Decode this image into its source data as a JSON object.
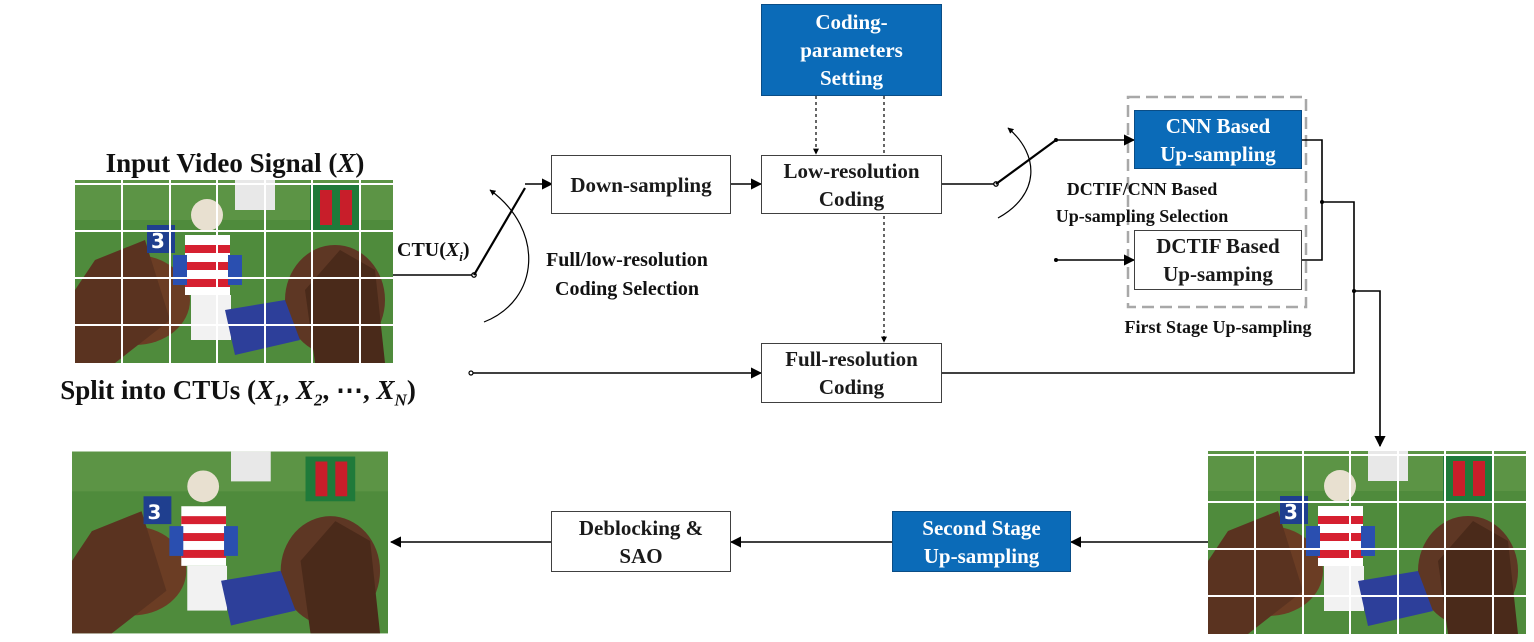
{
  "title_input": "Input Video Signal (X)",
  "title_input_parts": {
    "text": "Input Video Signal (",
    "var": "X",
    "close": ")"
  },
  "split_label": {
    "text": "Split into CTUs (",
    "x1": "X",
    "s1": "1",
    "x2": "X",
    "s2": "2",
    "dots": ", ⋯, ",
    "xn": "X",
    "sn": "N",
    "close": ")"
  },
  "ctu_label": {
    "text": "CTU(",
    "var": "X",
    "sub": "i",
    "close": ")"
  },
  "selection_full_low": [
    "Full/low-resolution",
    "Coding Selection"
  ],
  "selection_up": [
    "DCTIF/CNN Based",
    "Up-sampling Selection"
  ],
  "first_stage_label": "First Stage Up-sampling",
  "boxes": {
    "coding_params": [
      "Coding-",
      "parameters",
      "Setting"
    ],
    "down_sampling": [
      "Down-sampling"
    ],
    "low_res": [
      "Low-resolution",
      "Coding"
    ],
    "full_res": [
      "Full-resolution",
      "Coding"
    ],
    "cnn_up": [
      "CNN Based",
      "Up-sampling"
    ],
    "dctif_up": [
      "DCTIF Based",
      "Up-samping"
    ],
    "second_stage": [
      "Second Stage",
      "Up-sampling"
    ],
    "deblocking": [
      "Deblocking &",
      "SAO"
    ]
  },
  "colors": {
    "blue_box": "#0b6bb8",
    "line": "#000000",
    "dashed_border": "#a8a8a8",
    "grass": "#4d8a3a"
  }
}
